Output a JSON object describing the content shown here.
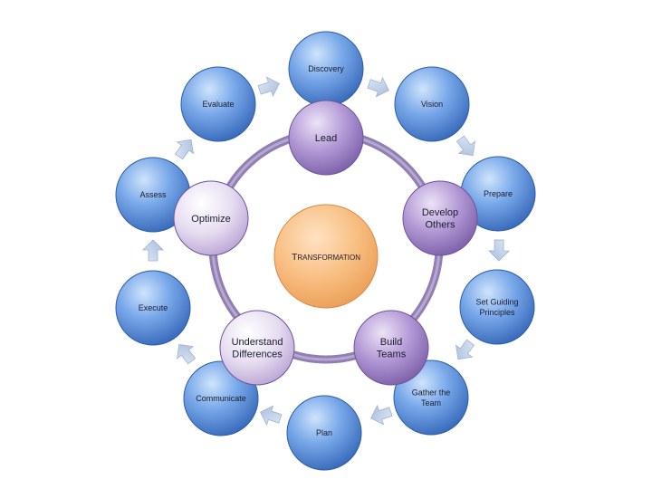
{
  "center": {
    "label_first": "T",
    "label_rest": "RANSFORMATION"
  },
  "inner": [
    {
      "lines": [
        "Lead"
      ]
    },
    {
      "lines": [
        "Develop",
        "Others"
      ]
    },
    {
      "lines": [
        "Build",
        "Teams"
      ]
    },
    {
      "lines": [
        "Understand",
        "Differences"
      ]
    },
    {
      "lines": [
        "Optimize"
      ]
    }
  ],
  "outer": [
    {
      "lines": [
        "Discovery"
      ]
    },
    {
      "lines": [
        "Vision"
      ]
    },
    {
      "lines": [
        "Prepare"
      ]
    },
    {
      "lines": [
        "Set Guiding",
        "Principles"
      ]
    },
    {
      "lines": [
        "Gather the",
        "Team"
      ]
    },
    {
      "lines": [
        "Plan"
      ]
    },
    {
      "lines": [
        "Communicate"
      ]
    },
    {
      "lines": [
        "Execute"
      ]
    },
    {
      "lines": [
        "Assess"
      ]
    },
    {
      "lines": [
        "Evaluate"
      ]
    }
  ],
  "colors": {
    "outer": "#5b8fd9",
    "inner": "#a78bc9",
    "inner_light": "#d9cbe9",
    "center": "#f6b574",
    "ring": "#7e68a6",
    "arrow": "#b9c9e3"
  }
}
